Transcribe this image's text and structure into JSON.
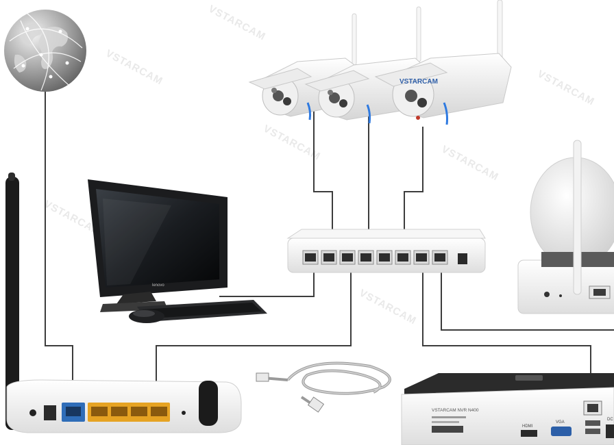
{
  "watermark": "VSTARCAM",
  "devices": {
    "internet": {
      "icon": "globe-icon"
    },
    "computer": {
      "icon": "all-in-one-pc-icon",
      "brand": "lenovo"
    },
    "cameras": {
      "icon": "bullet-camera-icon",
      "brand": "VSTARCAM",
      "count": 3
    },
    "switch": {
      "icon": "network-switch-icon",
      "ports": 8
    },
    "ptz_camera": {
      "icon": "ptz-camera-icon"
    },
    "router": {
      "icon": "wifi-router-icon",
      "lan_ports": 4
    },
    "cable": {
      "icon": "ethernet-cable-icon"
    },
    "nvr": {
      "icon": "nvr-recorder-icon",
      "label": "VSTARCAM NVR N400",
      "hdmi_label": "HDMI",
      "vga_label": "VGA",
      "dc_label": "DC"
    }
  },
  "colors": {
    "wire": "#3c3c3c",
    "wan_port": "#2f6db8",
    "lan_ports": "#e6a323",
    "device_white": "#f4f4f4",
    "nvr_top": "#2b2b2b"
  }
}
